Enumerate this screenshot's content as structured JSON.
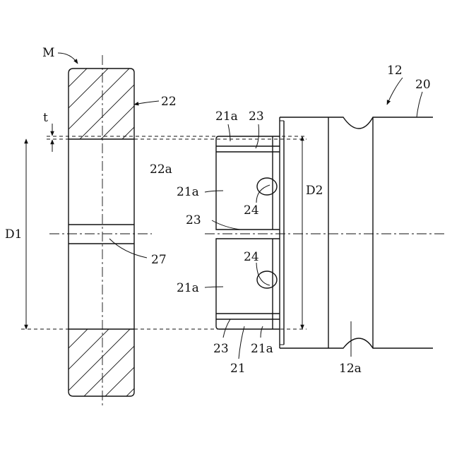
{
  "labels": {
    "M": "M",
    "n12": "12",
    "n20": "20",
    "n22": "22",
    "t": "t",
    "n21a_top": "21a",
    "n23_top": "23",
    "n22a": "22a",
    "n21a_upper": "21a",
    "D2": "D2",
    "n24_upper": "24",
    "D1": "D1",
    "n23_mid": "23",
    "n27": "27",
    "n24_lower": "24",
    "n21a_lower": "21a",
    "n23_bot": "23",
    "n21a_bot": "21a",
    "n21": "21",
    "n12a": "12a"
  },
  "colors": {
    "line": "#111111",
    "background": "#ffffff"
  }
}
